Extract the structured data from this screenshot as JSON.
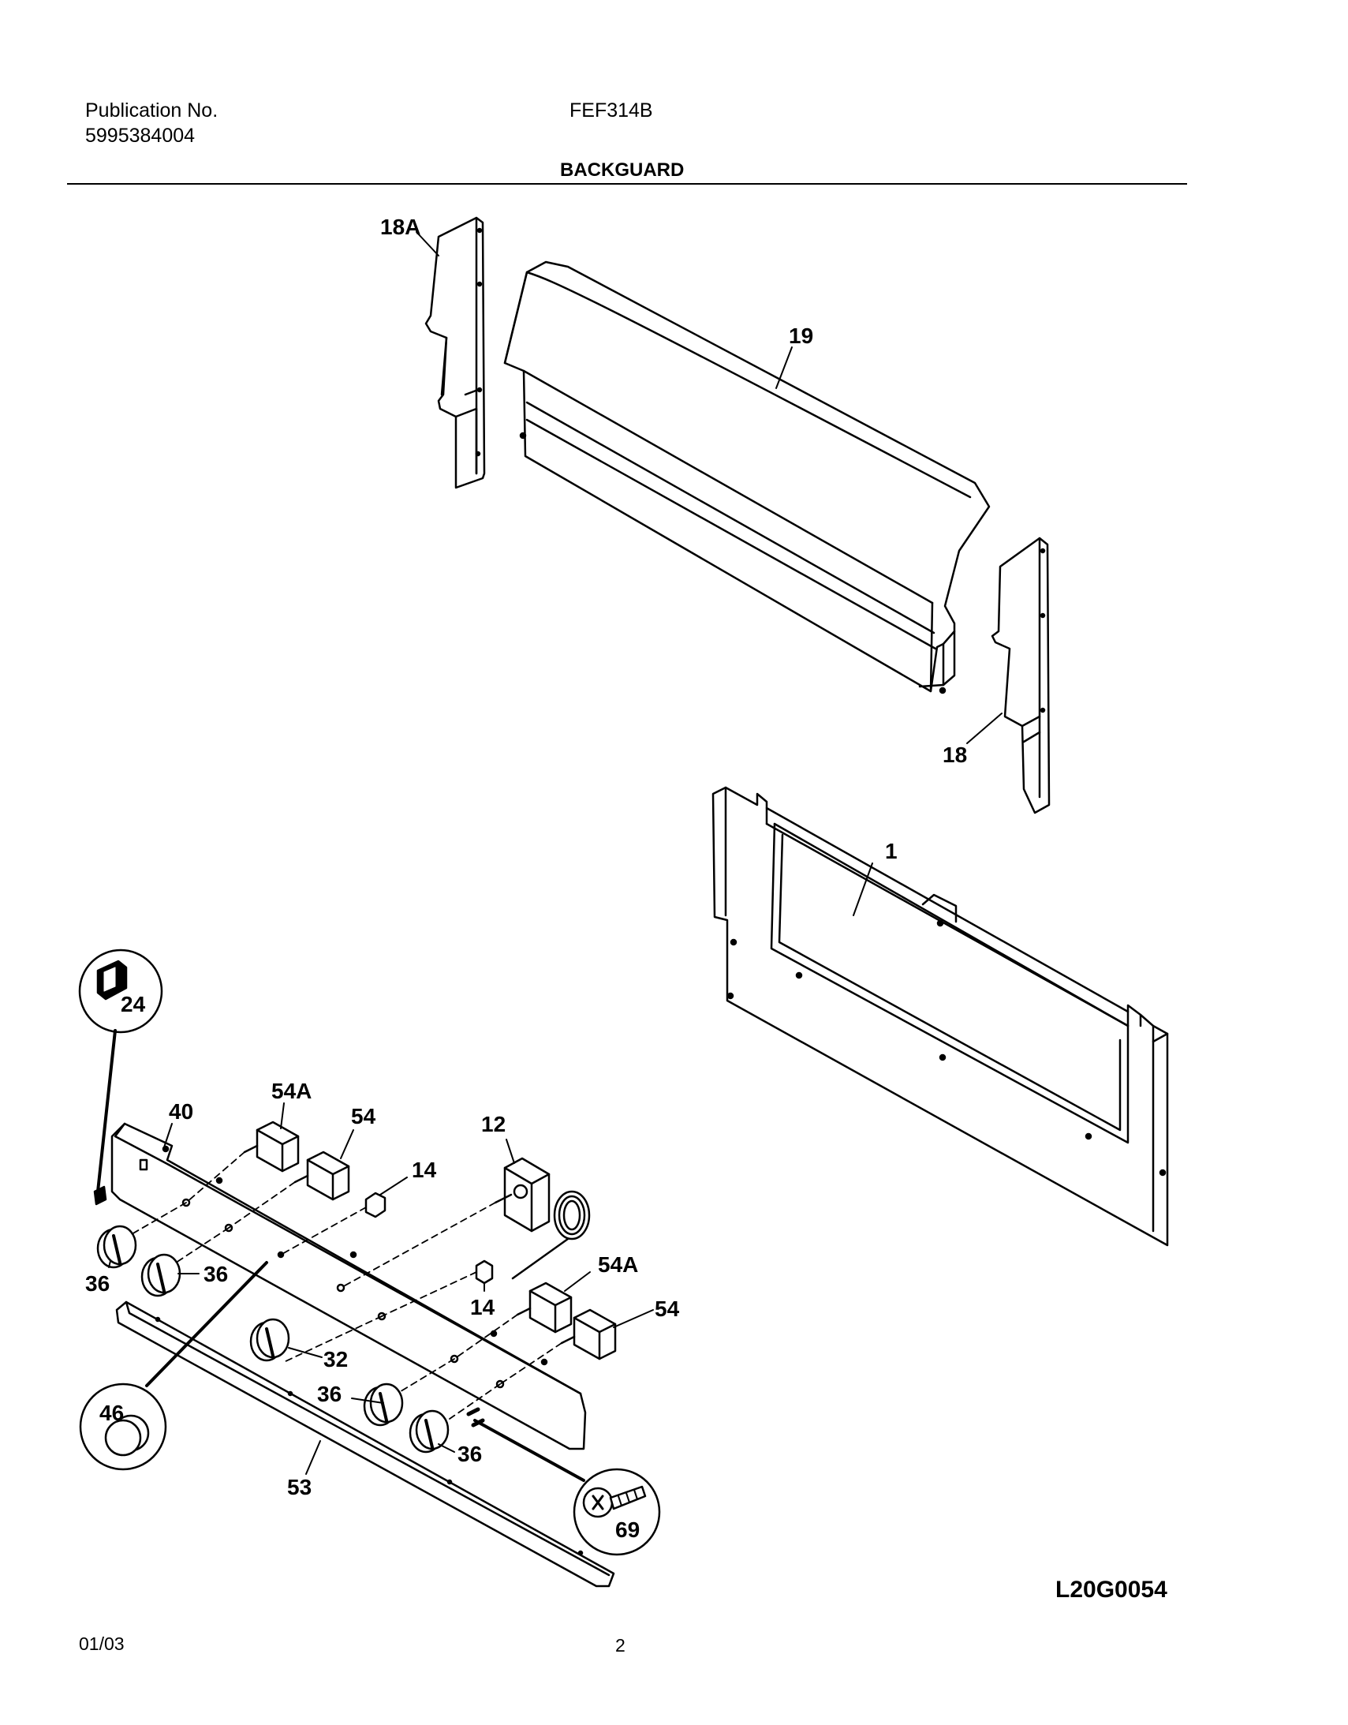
{
  "header": {
    "publication_label": "Publication No.",
    "publication_number": "5995384004",
    "model": "FEF314B",
    "section_title": "BACKGUARD"
  },
  "callouts": {
    "p18A": "18A",
    "p19": "19",
    "p18": "18",
    "p1": "1",
    "p24": "24",
    "p40": "40",
    "p54A_top": "54A",
    "p54_top": "54",
    "p14_top": "14",
    "p12": "12",
    "p54A_mid": "54A",
    "p14_mid": "14",
    "p54_mid": "54",
    "p36_a": "36",
    "p36_b": "36",
    "p32": "32",
    "p36_c": "36",
    "p36_d": "36",
    "p46": "46",
    "p53": "53",
    "p69": "69"
  },
  "footer": {
    "date": "01/03",
    "page_number": "2",
    "drawing_code": "L20G0054"
  }
}
